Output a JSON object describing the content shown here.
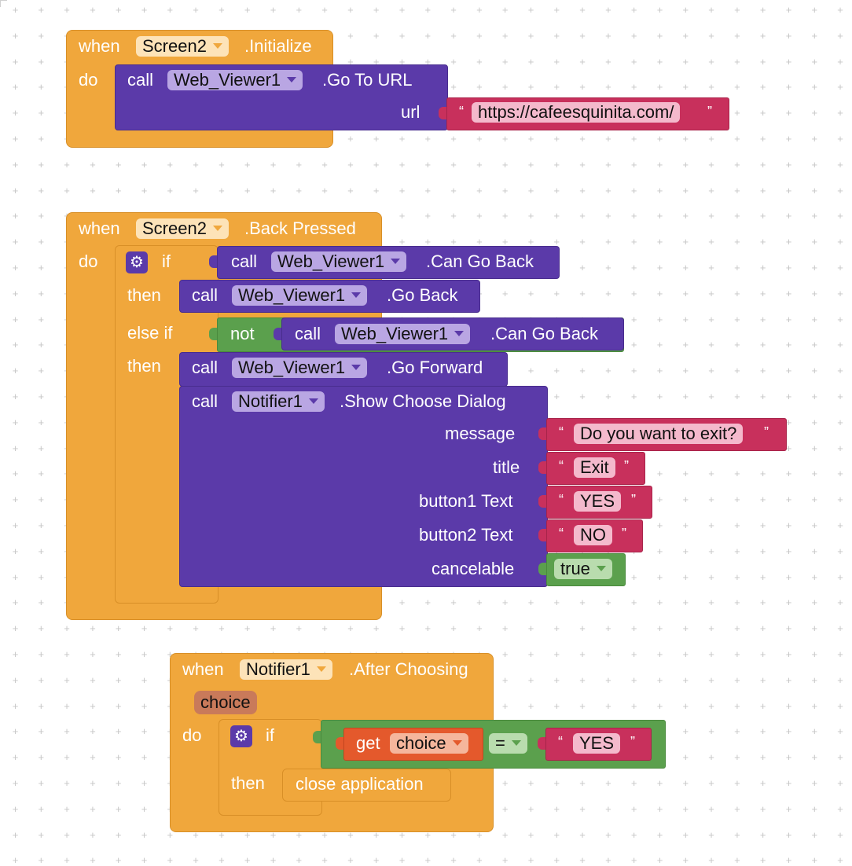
{
  "colors": {
    "event": "#f0a73c",
    "procedure": "#5b3aa9",
    "text": "#c8305c",
    "logic": "#5ba04d",
    "variable": "#e4592c",
    "grid": "#c6c6c6"
  },
  "block1": {
    "when": "when",
    "component": "Screen2",
    "event": ".Initialize",
    "do": "do",
    "call": "call",
    "target": "Web_Viewer1",
    "method": ".Go To URL",
    "arg_label": "url",
    "open_quote": "“",
    "url": "https://cafeesquinita.com/",
    "close_quote": "”"
  },
  "block2": {
    "when": "when",
    "component": "Screen2",
    "event": ".Back Pressed",
    "do": "do",
    "if": "if",
    "call": "call",
    "target": "Web_Viewer1",
    "can_go_back": ".Can Go Back",
    "then1": "then",
    "go_back": ".Go Back",
    "else_if": "else if",
    "not": "not",
    "then2": "then",
    "go_forward": ".Go Forward",
    "notifier": "Notifier1",
    "show_dialog": ".Show Choose Dialog",
    "message_label": "message",
    "message": "Do you want to exit?",
    "title_label": "title",
    "title": "Exit",
    "button1_label": "button1 Text",
    "button1": "YES",
    "button2_label": "button2 Text",
    "button2": "NO",
    "cancelable_label": "cancelable",
    "cancelable": "true",
    "open_quote": "“",
    "close_quote": "”"
  },
  "block3": {
    "when": "when",
    "component": "Notifier1",
    "event": ".After Choosing",
    "param": "choice",
    "do": "do",
    "if": "if",
    "get": "get",
    "var": "choice",
    "op": "=",
    "value": "YES",
    "then": "then",
    "action": "close application",
    "open_quote": "“",
    "close_quote": "”"
  }
}
